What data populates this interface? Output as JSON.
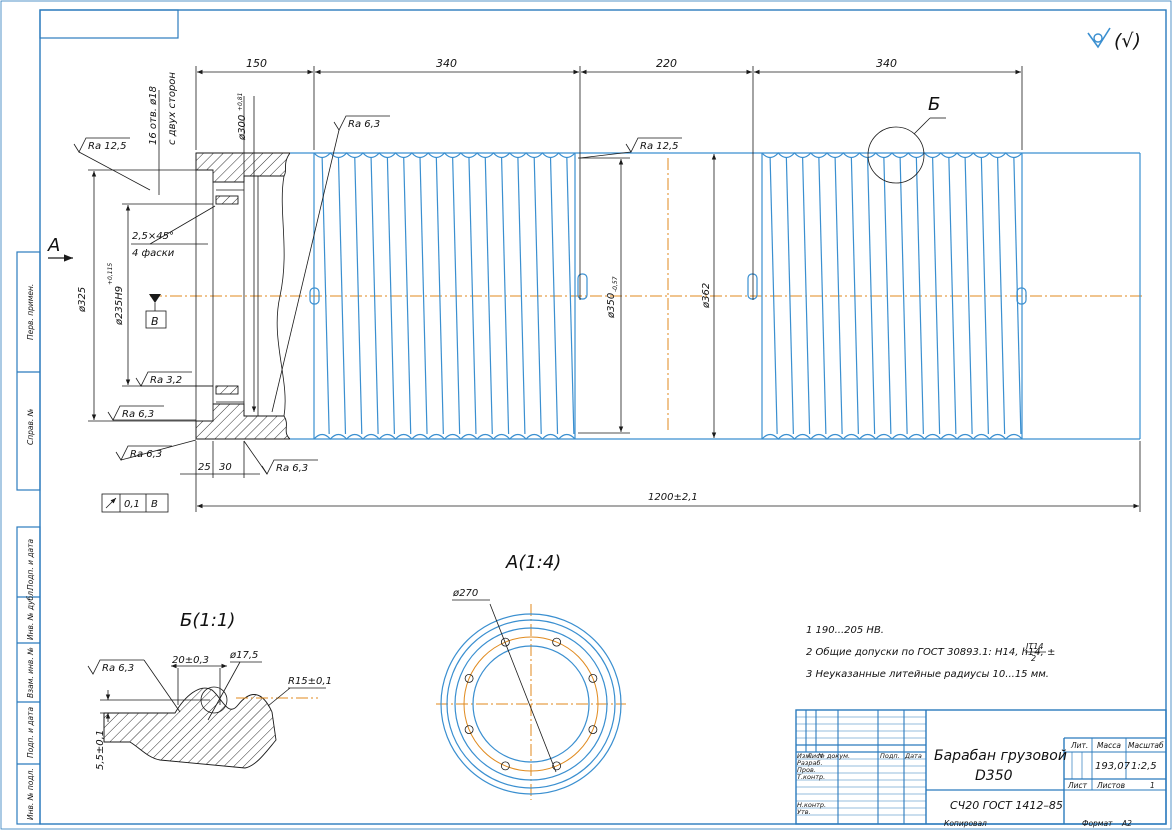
{
  "roughness_mark": "(√)",
  "view_marks": {
    "a": "А",
    "b": "Б",
    "base": "В"
  },
  "dims_top": [
    "150",
    "340",
    "220",
    "340"
  ],
  "labels": {
    "holes": "16 отв. ø18",
    "holes2": "с двух сторон",
    "d300": "ø300",
    "d300_tol": "+0,81",
    "chamfer": "2,5×45°",
    "chamfer2": "4 фаски",
    "d325": "ø325",
    "d235": "ø235H9",
    "d235_tol": "+0,115",
    "d350": "ø350",
    "d350_tol": "-0,57",
    "d362": "ø362",
    "len_total": "1200±2,1",
    "d25": "25",
    "d30": "30",
    "tol_value": "0,1",
    "tol_base": "В"
  },
  "roughness": {
    "r1": "Ra 12,5",
    "r2": "Ra 6,3",
    "r3": "Ra 12,5",
    "r4": "Ra 3,2",
    "r5": "Ra 6,3",
    "r6": "Ra 6,3",
    "r7": "Ra 6,3",
    "r8": "Ra 6,3"
  },
  "view_a": {
    "title": "А(1:4)",
    "diameter": "ø270"
  },
  "view_b": {
    "title": "Б(1:1)",
    "pitch": "20±0,3",
    "ball": "ø17,5",
    "radius": "R15±0,1",
    "depth": "5,5±0,1"
  },
  "notes": [
    "1  190...205 НВ.",
    "2  Общие допуски по ГОСТ 30893.1: H14, h14, ±",
    "3  Неуказанные литейные радиусы 10...15 мм."
  ],
  "note_frac": {
    "num": "IT14",
    "den": "2"
  },
  "title_block": {
    "name1": "Барабан грузовой",
    "name2": "D350",
    "material": "СЧ20 ГОСТ 1412–85",
    "col_headers": [
      "Изм.",
      "Лист",
      "№ докум.",
      "Подп.",
      "Дата"
    ],
    "roles": [
      "Разраб.",
      "Пров.",
      "Т.контр.",
      "",
      "Н.контр.",
      "Утв."
    ],
    "lit_header": "Лит.",
    "mass_header": "Масса",
    "scale_header": "Масштаб",
    "mass": "193,07",
    "scale": "1:2,5",
    "sheet": "Лист",
    "sheets": "Листов",
    "sheets_count": "1",
    "copied": "Копировал",
    "format": "Формат",
    "format_value": "А2"
  },
  "side_labels": [
    "Перв. примен.",
    "Справ. №",
    "Подп. и дата",
    "Инв. № дубл.",
    "Взам. инв. №",
    "Подп. и дата",
    "Инв. № подл."
  ]
}
